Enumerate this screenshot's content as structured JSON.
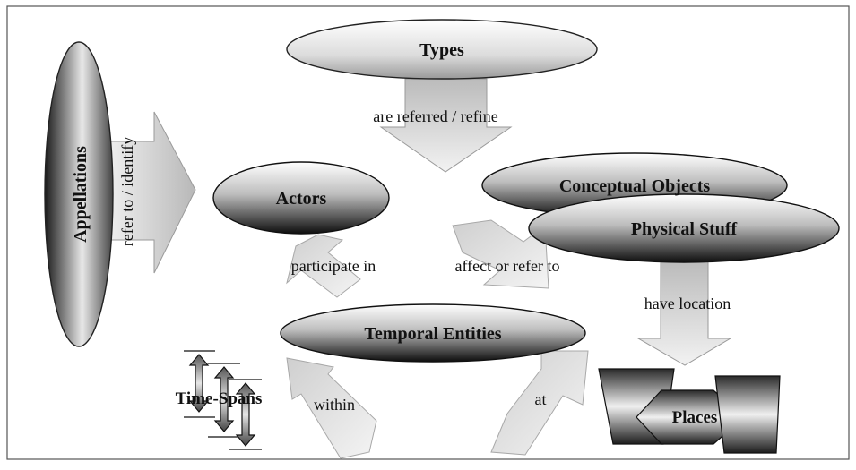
{
  "nodes": {
    "types": "Types",
    "appellations": "Appellations",
    "actors": "Actors",
    "conceptual_objects": "Conceptual Objects",
    "physical_stuff": "Physical Stuff",
    "temporal_entities": "Temporal Entities",
    "time_spans": "Time-Spans",
    "places": "Places"
  },
  "relations": {
    "are_referred_refine": "are referred / refine",
    "refer_to_identify": "refer to / identify",
    "participate_in": "participate in",
    "affect_or_refer_to": "affect or refer to",
    "have_location": "have location",
    "within": "within",
    "at": "at"
  }
}
